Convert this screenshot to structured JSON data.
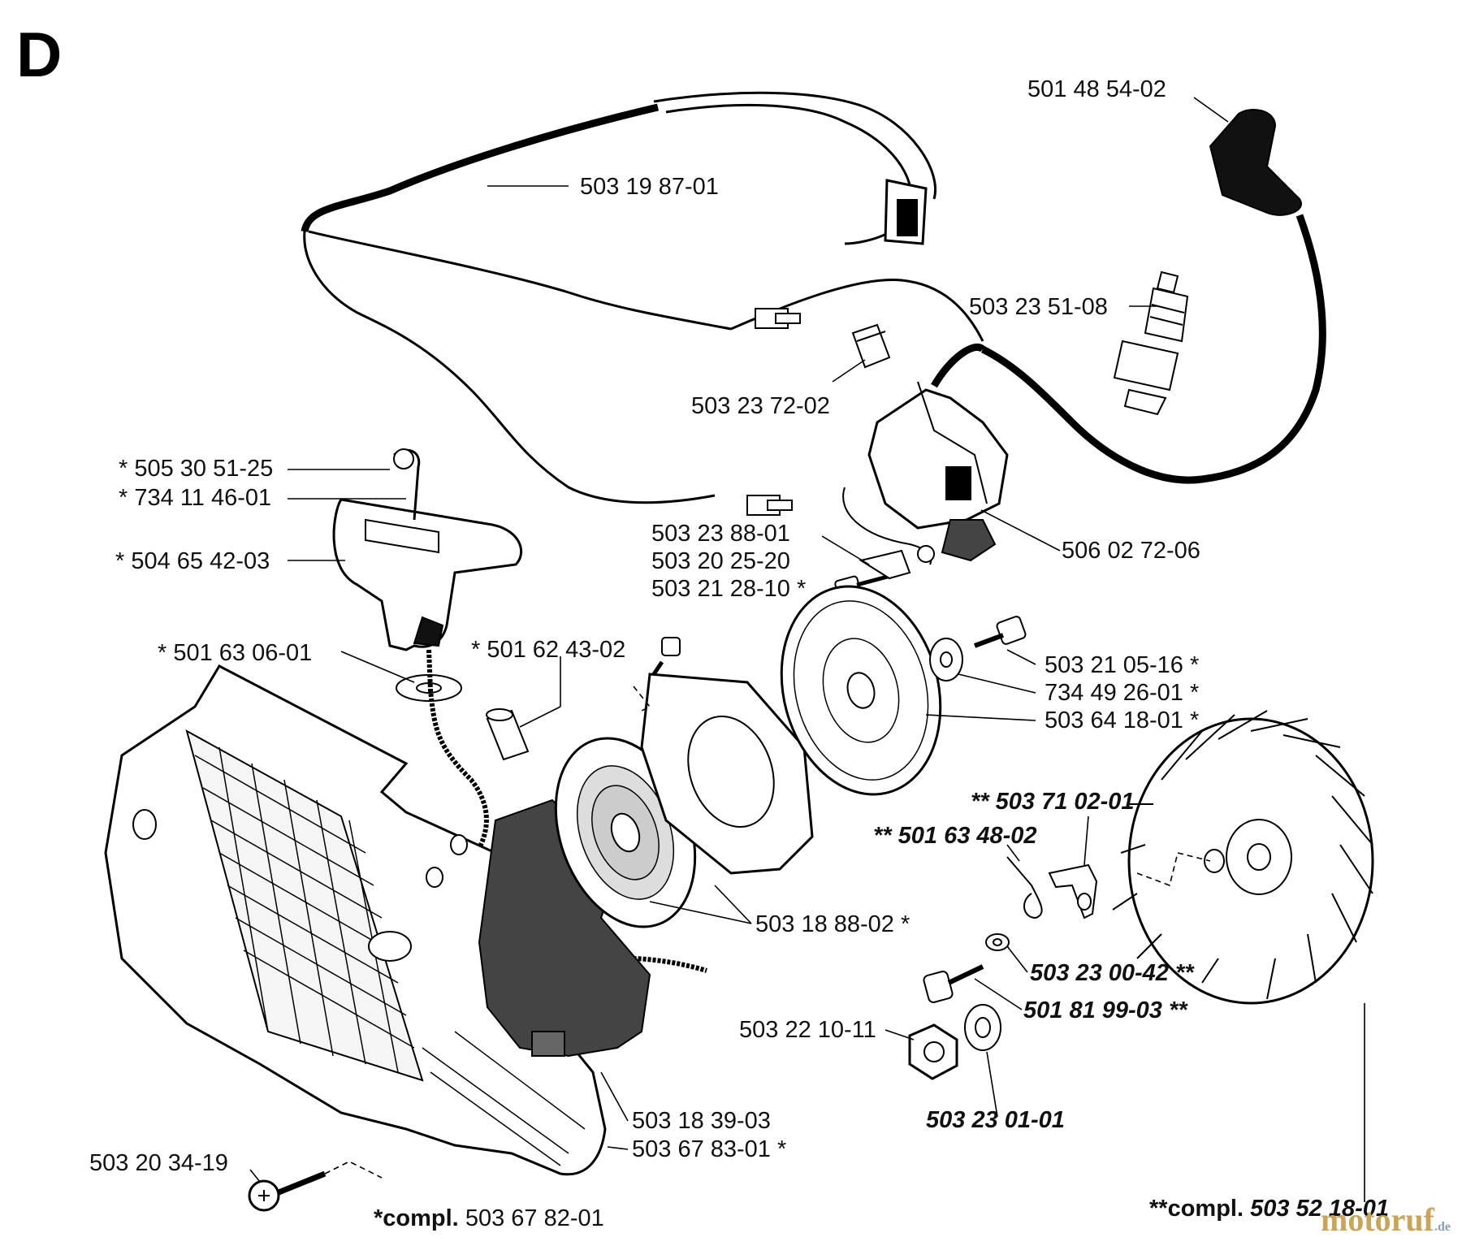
{
  "section": "D",
  "labels": {
    "boot": "501 48 54-02",
    "harness": "503 19 87-01",
    "spark_plug": "503 23 51-08",
    "cap": "503 23 72-02",
    "handle_screw": "* 505 30 51-25",
    "handle_pin": "* 734 11 46-01",
    "handle": "* 504 65 42-03",
    "coil": "506 02 72-06",
    "coil_clip": "503 23 88-01",
    "coil_screw1": "503 20 25-20",
    "coil_screw2": "503 21 28-10 *",
    "grommet": "* 501 63 06-01",
    "sleeve": "* 501 62 43-02",
    "pulley_screw": "503 21 05-16 *",
    "washer": "734 49 26-01 *",
    "pulley": "503 64 18-01 *",
    "pawl": "** 503 71 02-01",
    "pawl_spring": "** 501 63 48-02",
    "spring_assy": "503 18 88-02 *",
    "pawl_washer": "503 23 00-42 **",
    "pawl_screw": "501 81 99-03 **",
    "nut": "503 22 10-11",
    "flywheel_washer": "503 23 01-01",
    "starter_bracket": "503 18 39-03",
    "starter_housing": "503 67 83-01 *",
    "housing_screw": "503 20 34-19",
    "compl_starter_prefix": "*compl.",
    "compl_starter": "503 67 82-01",
    "compl_flywheel_prefix": "**compl.",
    "compl_flywheel": "503 52 18-01"
  },
  "watermark": {
    "text": "motoruf",
    "suffix": ".de"
  }
}
